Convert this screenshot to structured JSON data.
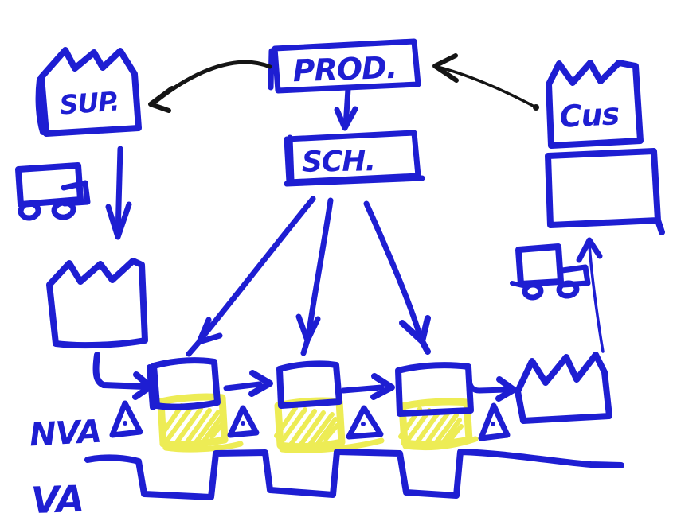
{
  "diagram": {
    "kind": "hand-drawn value stream map sketch",
    "colors": {
      "ink_blue": "#1e1ed2",
      "ink_black": "#151515",
      "highlight_yellow": "#edec55",
      "background": "#ffffff"
    },
    "nodes": {
      "production": {
        "label": "PROD."
      },
      "schedule": {
        "label": "SCH."
      },
      "supplier": {
        "label": "SUP."
      },
      "customer": {
        "label": "Cus"
      }
    },
    "annotations": {
      "nva": "NVA",
      "va": "VA"
    }
  }
}
